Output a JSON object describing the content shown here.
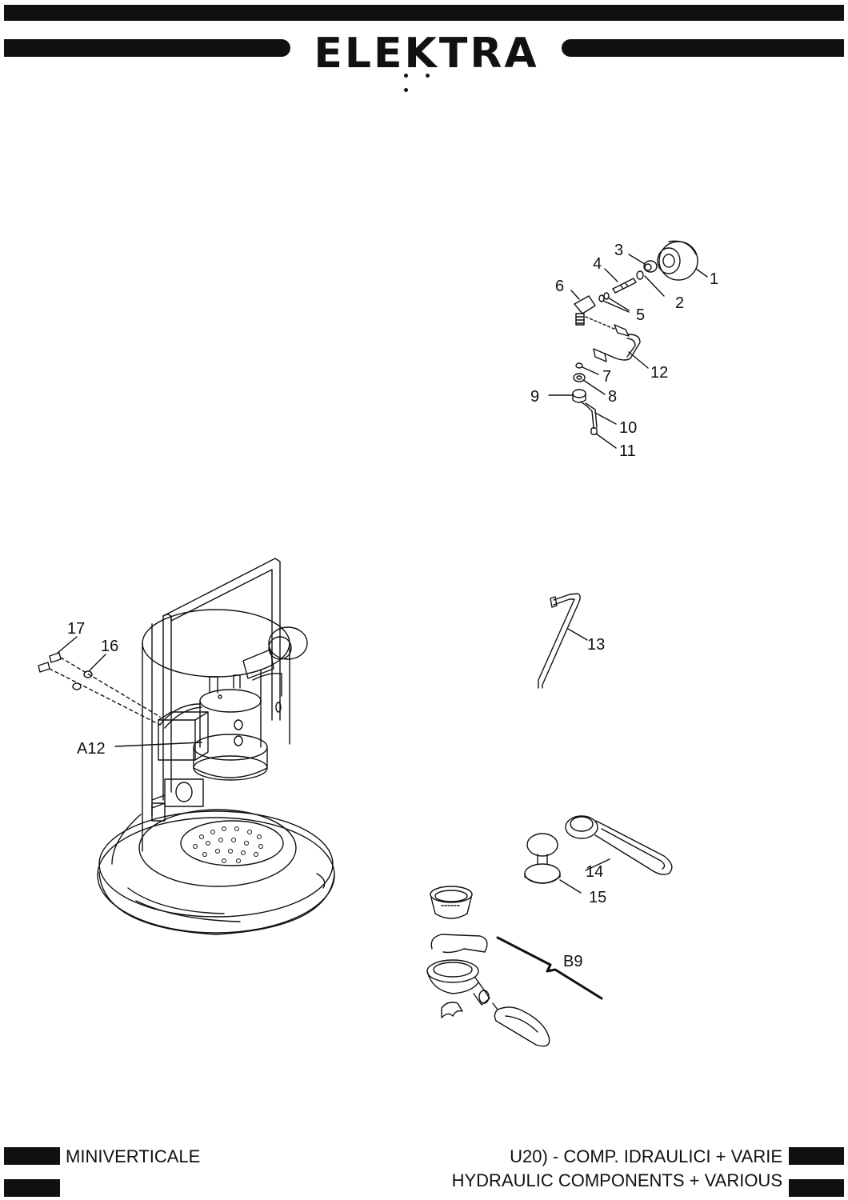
{
  "header": {
    "brand": "ELEKTRA"
  },
  "diagram": {
    "callouts": [
      "1",
      "2",
      "3",
      "4",
      "5",
      "6",
      "7",
      "8",
      "9",
      "10",
      "11",
      "12",
      "13",
      "14",
      "15",
      "16",
      "17",
      "A12",
      "B9"
    ]
  },
  "footer": {
    "model": "MINIVERTICALE",
    "section_it": "U20) - COMP. IDRAULICI + VARIE",
    "section_en": "HYDRAULIC COMPONENTS + VARIOUS"
  }
}
